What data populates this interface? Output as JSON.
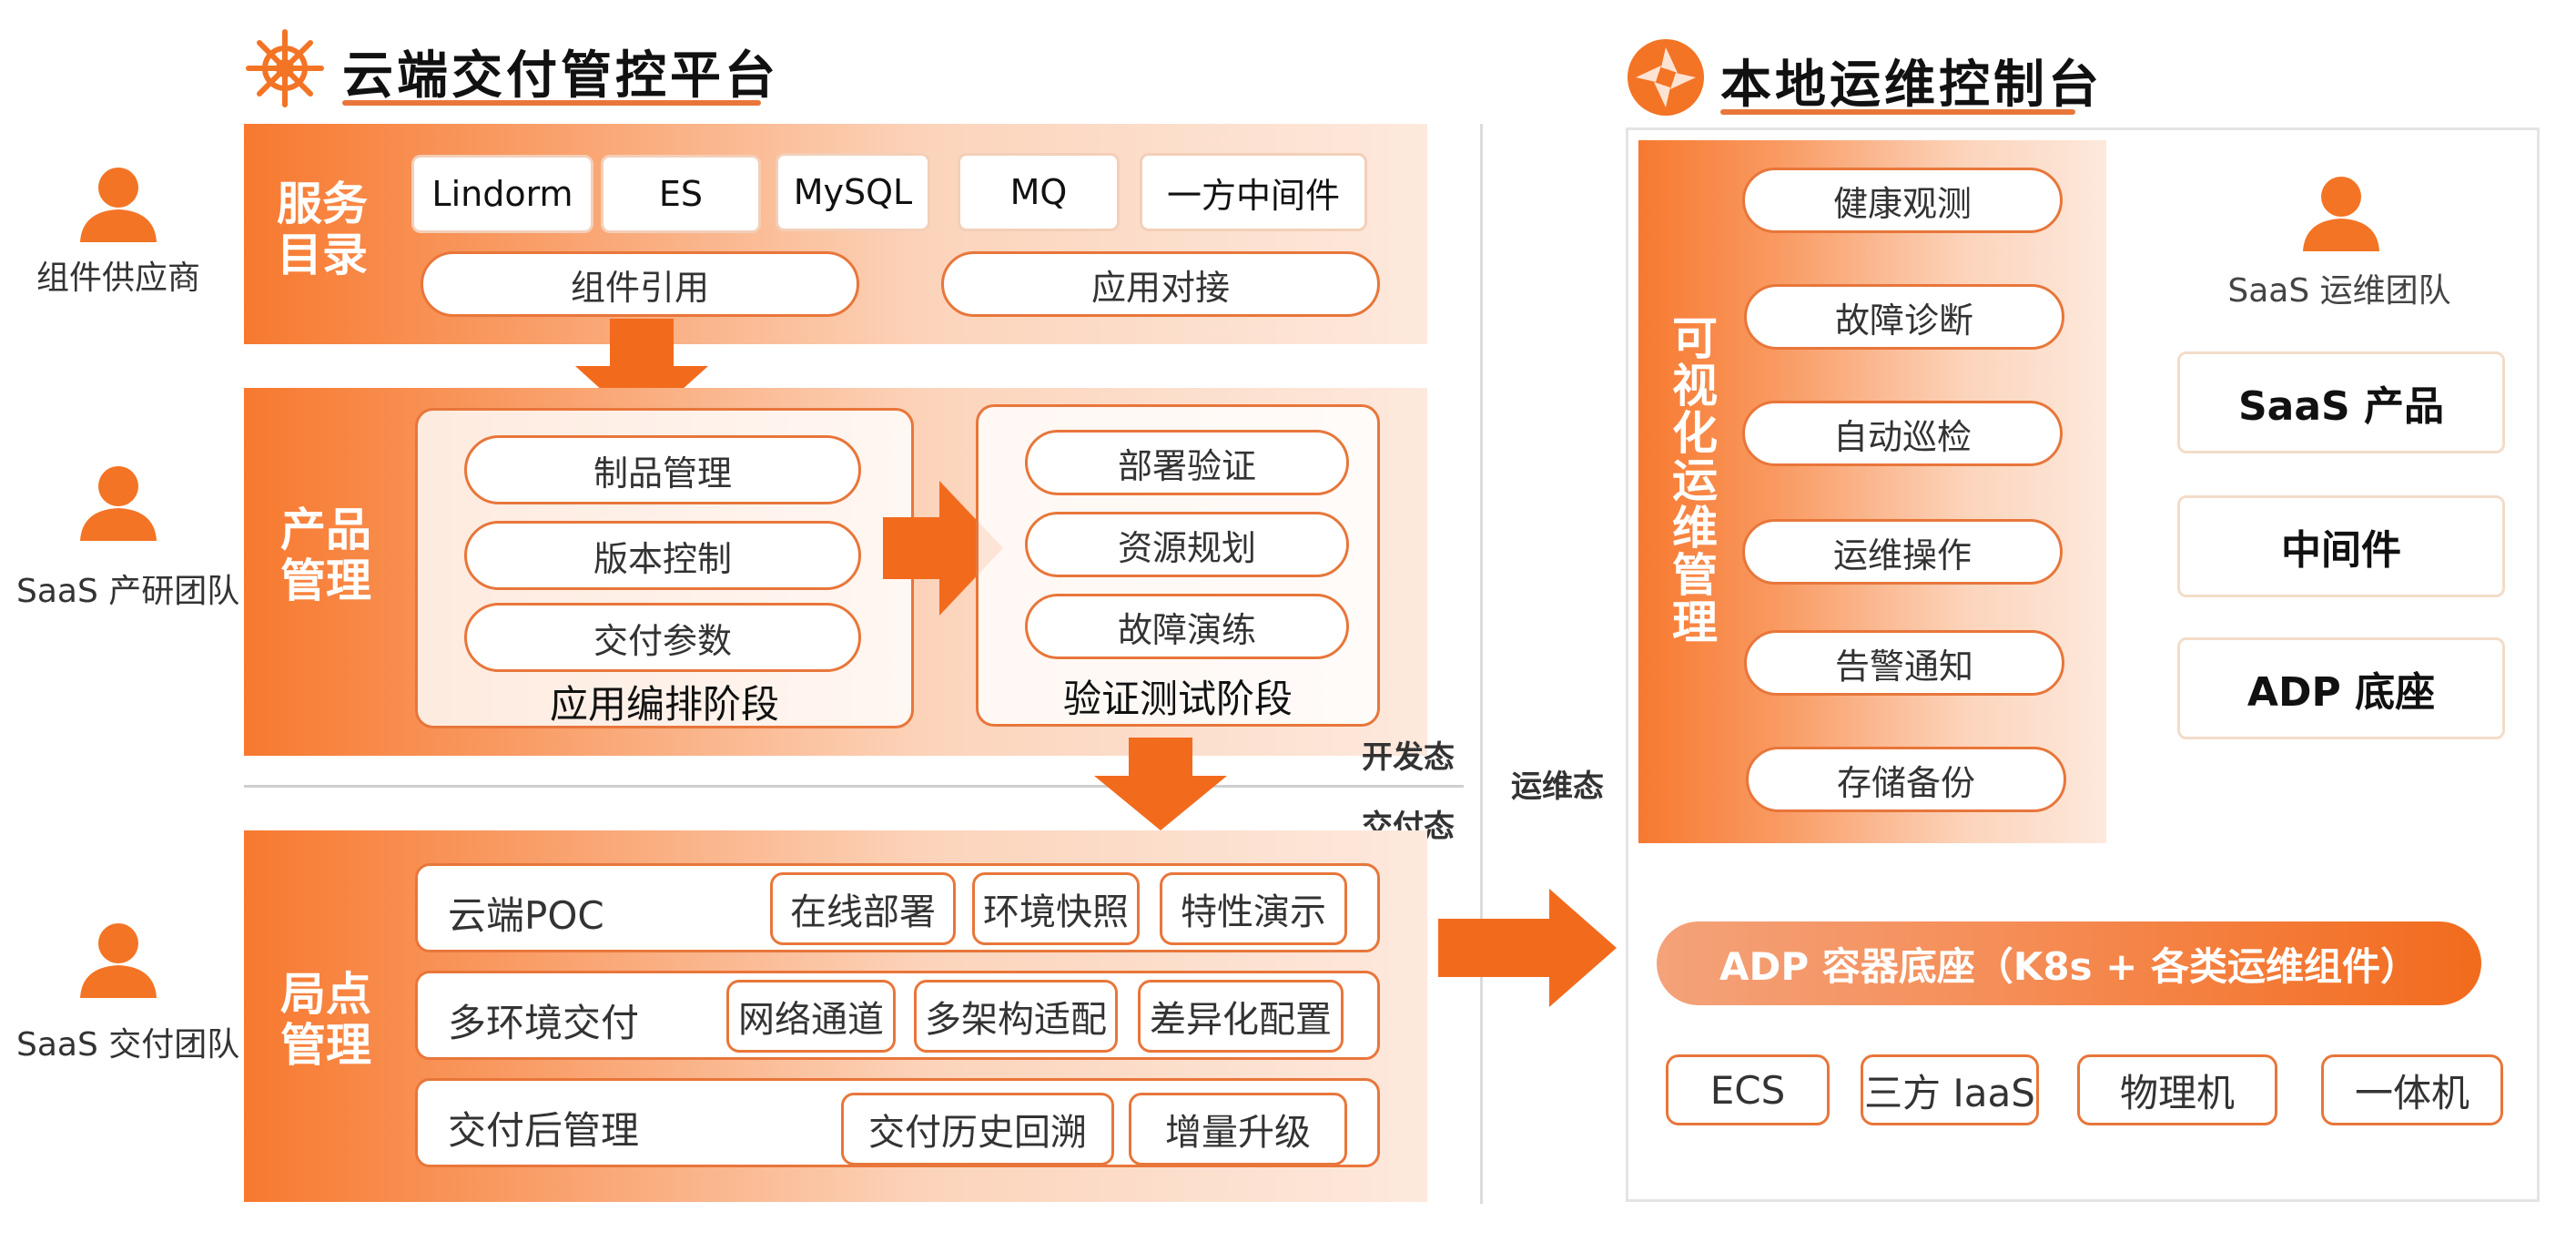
{
  "colors": {
    "accent": "#f26b1d",
    "accent_light": "#fcd4bb",
    "border": "#e8763a",
    "person": "#f37425"
  },
  "left_title": "云端交付管控平台",
  "right_title": "本地运维控制台",
  "personas": {
    "supplier": "组件供应商",
    "rd_team": "SaaS 产研团队",
    "delivery_team": "SaaS 交付团队",
    "ops_team": "SaaS 运维团队"
  },
  "service_catalog": {
    "label": "服务\n目录",
    "components": [
      "Lindorm",
      "ES",
      "MySQL",
      "MQ",
      "一方中间件"
    ],
    "actions": [
      "组件引用",
      "应用对接"
    ]
  },
  "product_mgmt": {
    "label": "产品\n管理",
    "orchestration": {
      "items": [
        "制品管理",
        "版本控制",
        "交付参数"
      ],
      "caption": "应用编排阶段"
    },
    "verification": {
      "items": [
        "部署验证",
        "资源规划",
        "故障演练"
      ],
      "caption": "验证测试阶段"
    }
  },
  "states": {
    "dev": "开发态",
    "delivery": "交付态",
    "ops": "运维态"
  },
  "site_mgmt": {
    "label": "局点\n管理",
    "rows": [
      {
        "label": "云端POC",
        "tags": [
          "在线部署",
          "环境快照",
          "特性演示"
        ]
      },
      {
        "label": "多环境交付",
        "tags": [
          "网络通道",
          "多架构适配",
          "差异化配置"
        ]
      },
      {
        "label": "交付后管理",
        "tags": [
          "交付历史回溯",
          "增量升级"
        ]
      }
    ]
  },
  "visual_ops": {
    "label": "可视化运维管理",
    "items": [
      "健康观测",
      "故障诊断",
      "自动巡检",
      "运维操作",
      "告警通知",
      "存储备份"
    ]
  },
  "right_stack": [
    "SaaS 产品",
    "中间件",
    "ADP 底座"
  ],
  "adp_base": "ADP 容器底座（K8s + 各类运维组件）",
  "infra": [
    "ECS",
    "三方 IaaS",
    "物理机",
    "一体机"
  ],
  "icons": {
    "left_logo": "helm-icon",
    "right_logo": "aperture-icon",
    "person": "person-icon",
    "arrow": "arrow-icon"
  }
}
